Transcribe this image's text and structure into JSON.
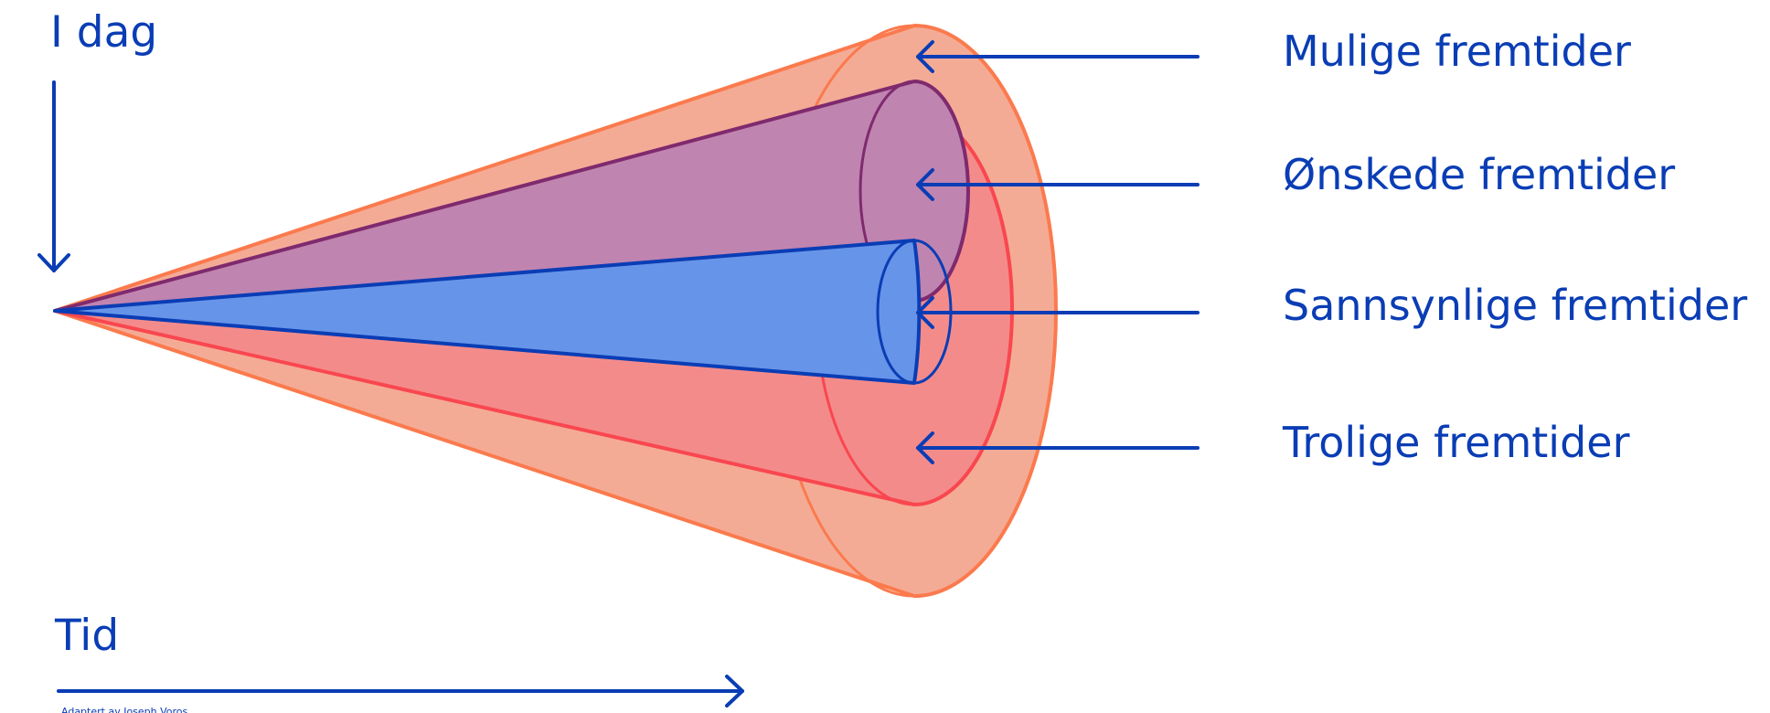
{
  "today_label": "I dag",
  "time_label": "Tid",
  "attribution": "Adaptert av Joseph Voros",
  "categories": [
    {
      "label": "Mulige fremtider"
    },
    {
      "label": "Ønskede fremtider"
    },
    {
      "label": "Sannsynlige fremtider"
    },
    {
      "label": "Trolige fremtider"
    }
  ],
  "colors": {
    "text_and_arrows": "#0a3db5",
    "possible_fill": "#f4ab96",
    "possible_stroke": "#fb7a4d",
    "plausible_fill": "#f48b8b",
    "plausible_stroke": "#f9474f",
    "preferable_fill": "#c084b0",
    "preferable_stroke": "#7f2a6e",
    "probable_fill": "#6694e8",
    "probable_stroke": "#0a3db5"
  }
}
